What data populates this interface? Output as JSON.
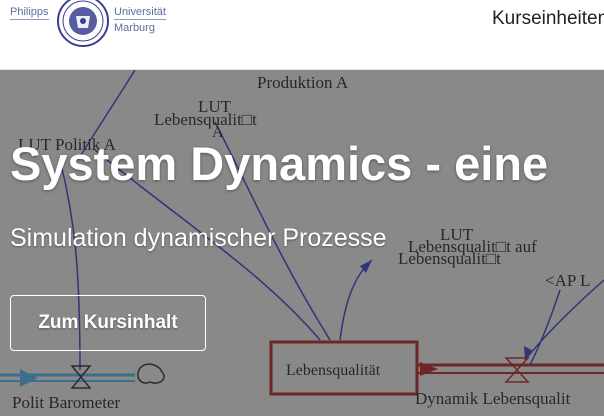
{
  "header": {
    "logo_left": "Philipps",
    "logo_right_line1": "Universität",
    "logo_right_line2": "Marburg",
    "nav_link": "Kurseinheiten"
  },
  "hero": {
    "title": "System Dynamics - eine",
    "subtitle": "Simulation dynamischer Prozesse",
    "button_label": "Zum Kursinhalt"
  },
  "diagram": {
    "label_produktion": "Produktion A",
    "label_lut": "LUT",
    "label_lebensqualitaet_a": "Lebensqualit□t",
    "label_a": "A",
    "label_lut_politik": "LUT Politik A",
    "label_lut2": "LUT",
    "label_lebensqualitaet_auf": "Lebensqualit□t auf",
    "label_lebensqualitaet_b": "Lebensqualit□t",
    "label_ap": "<AP L",
    "label_box": "Lebensqualität",
    "label_dynamik": "Dynamik Lebensqualit",
    "label_polit": "Polit Barometer"
  },
  "colors": {
    "accent_blue": "#2b2f9e",
    "stock_border": "#8b1a1a",
    "flow_cyan": "#3a8fbf"
  }
}
